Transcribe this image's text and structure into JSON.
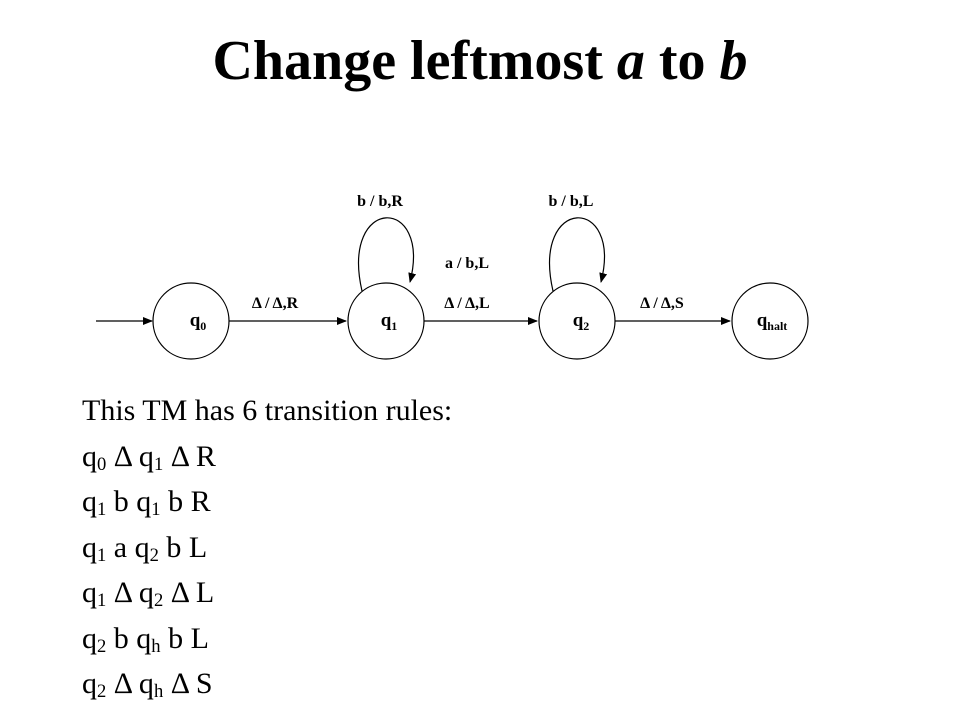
{
  "title": {
    "main": "Change leftmost ",
    "sym1": "a",
    "mid": " to ",
    "sym2": "b"
  },
  "diagram": {
    "states": [
      {
        "id": "q0",
        "base": "q",
        "sub": "0"
      },
      {
        "id": "q1",
        "base": "q",
        "sub": "1"
      },
      {
        "id": "q2",
        "base": "q",
        "sub": "2"
      },
      {
        "id": "qhalt",
        "base": "q",
        "sub": "halt"
      }
    ],
    "transitions": [
      {
        "from": "q0",
        "to": "q1",
        "label": "Δ / Δ,R"
      },
      {
        "from": "q1",
        "to": "q1",
        "label": "b / b,R"
      },
      {
        "from": "q1",
        "to": "q2",
        "label": "a / b,L"
      },
      {
        "from": "q1",
        "to": "q2",
        "label": "Δ / Δ,L"
      },
      {
        "from": "q2",
        "to": "q2",
        "label": "b / b,L"
      },
      {
        "from": "q2",
        "to": "qhalt",
        "label": "Δ / Δ,S"
      }
    ]
  },
  "rules": {
    "heading": "This TM has 6 transition rules:",
    "items": [
      [
        {
          "t": "q"
        },
        {
          "s": "0"
        },
        {
          "t": " Δ q"
        },
        {
          "s": "1"
        },
        {
          "t": " Δ R"
        }
      ],
      [
        {
          "t": "q"
        },
        {
          "s": "1"
        },
        {
          "t": " b q"
        },
        {
          "s": "1"
        },
        {
          "t": " b R"
        }
      ],
      [
        {
          "t": "q"
        },
        {
          "s": "1"
        },
        {
          "t": " a q"
        },
        {
          "s": "2"
        },
        {
          "t": " b L"
        }
      ],
      [
        {
          "t": "q"
        },
        {
          "s": "1"
        },
        {
          "t": " Δ q"
        },
        {
          "s": "2"
        },
        {
          "t": " Δ L"
        }
      ],
      [
        {
          "t": "q"
        },
        {
          "s": "2"
        },
        {
          "t": " b q"
        },
        {
          "s": "h"
        },
        {
          "t": " b L"
        }
      ],
      [
        {
          "t": "q"
        },
        {
          "s": "2"
        },
        {
          "t": " Δ q"
        },
        {
          "s": "h"
        },
        {
          "t": " Δ S"
        }
      ]
    ]
  }
}
